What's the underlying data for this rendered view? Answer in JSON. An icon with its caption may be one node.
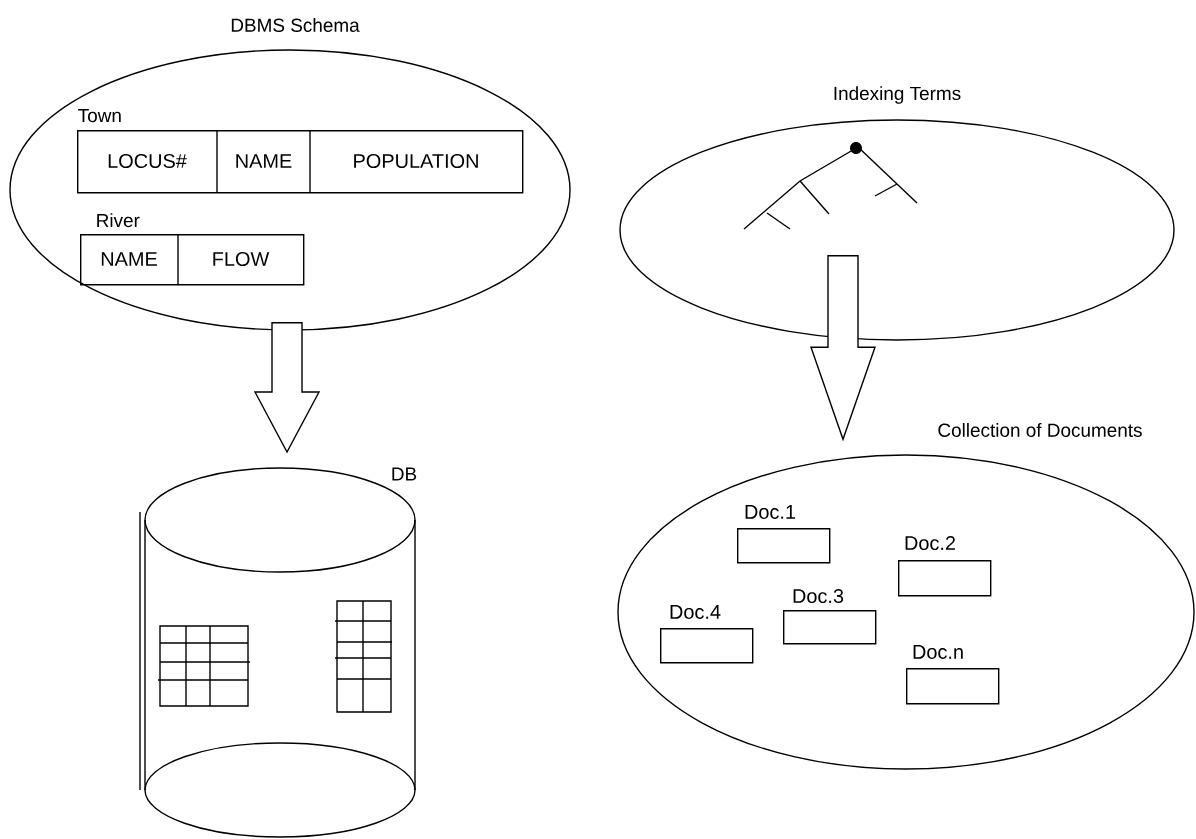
{
  "diagram": {
    "nodes": [
      {
        "text": [
          "DBMS Schema"
        ]
      },
      {
        "text": [
          "Town",
          "LOCUS#",
          "NAME",
          "POPULATION"
        ],
        "in": 0
      },
      {
        "text": [
          "River",
          "NAME",
          "FLOW"
        ],
        "in": 0
      },
      {
        "text": [
          "DB"
        ]
      },
      {
        "text": [
          "Indexing Terms"
        ]
      },
      {
        "text": [
          "Collection of Documents"
        ]
      },
      {
        "text": [
          "Doc.1"
        ],
        "in": 5
      },
      {
        "text": [
          "Doc.2"
        ],
        "in": 5
      },
      {
        "text": [
          "Doc.3"
        ],
        "in": 5
      },
      {
        "text": [
          "Doc.4"
        ],
        "in": 5
      },
      {
        "text": [
          "Doc.n"
        ],
        "in": 5
      }
    ],
    "edges": [
      {
        "from": 0,
        "to": 3,
        "arrow": "to"
      },
      {
        "from": 4,
        "to": 5,
        "arrow": "to"
      }
    ]
  }
}
